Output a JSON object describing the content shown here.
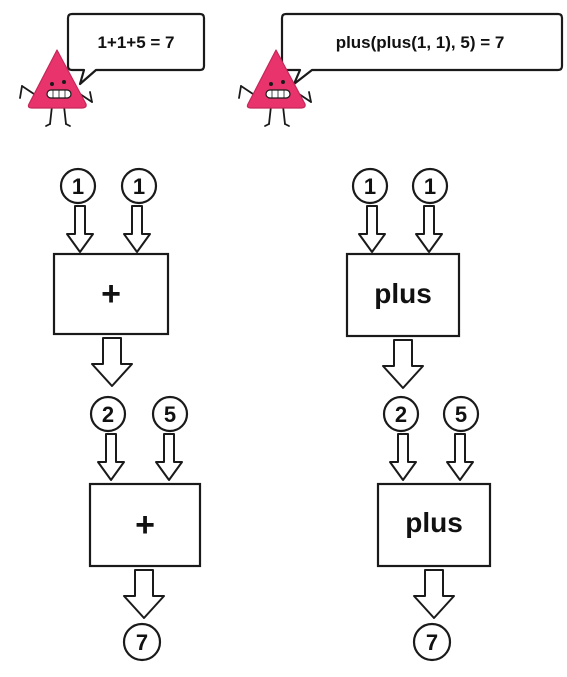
{
  "left": {
    "speech": "1+1+5 = 7",
    "op1": "+",
    "op2": "+",
    "in1": "1",
    "in2": "1",
    "mid": "2",
    "in3": "5",
    "out": "7"
  },
  "right": {
    "speech": "plus(plus(1, 1), 5) = 7",
    "op1": "plus",
    "op2": "plus",
    "in1": "1",
    "in2": "1",
    "mid": "2",
    "in3": "5",
    "out": "7"
  },
  "colors": {
    "stroke": "#1a1a1a",
    "mascot": "#e8336d",
    "fill": "#ffffff"
  }
}
